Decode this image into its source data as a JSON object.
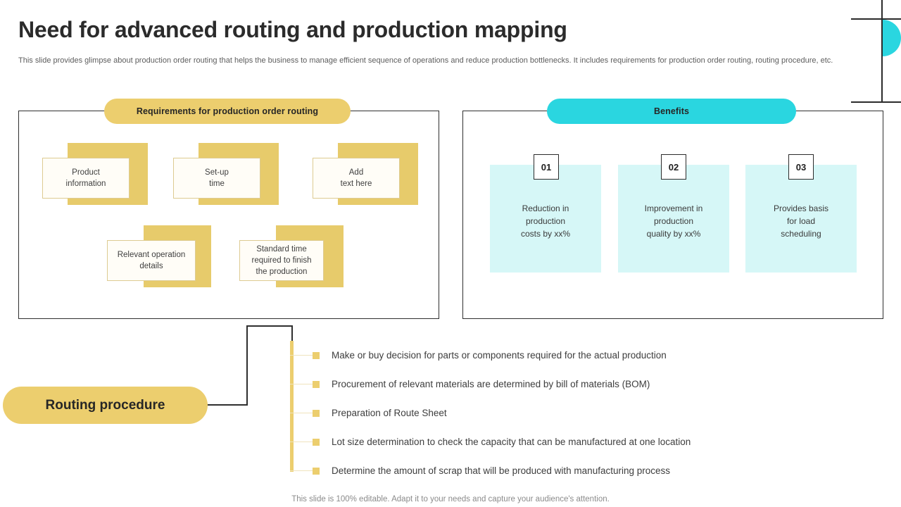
{
  "slide": {
    "title": "Need for advanced routing and production mapping",
    "subtitle": "This slide provides glimpse about production order routing that helps the business to manage efficient sequence of operations and reduce production bottlenecks. It includes requirements for production order routing, routing procedure, etc.",
    "footer": "This slide is 100% editable. Adapt it to your needs and capture your audience's attention."
  },
  "colors": {
    "gold": "#ECCE6E",
    "gold_block": "#E7CB6B",
    "cyan": "#2AD6E0",
    "cyan_light": "#D6F7F7",
    "ink": "#2B2B2B",
    "body_text": "#3D3D3D"
  },
  "left_panel": {
    "heading": "Requirements for production order routing",
    "cards": [
      {
        "id": "oc1",
        "text": "Product\ninformation"
      },
      {
        "id": "oc2",
        "text": "Set-up\ntime"
      },
      {
        "id": "oc3",
        "text": "Add\ntext here"
      },
      {
        "id": "oc4",
        "text": "Relevant operation\ndetails"
      },
      {
        "id": "oc5",
        "text": "Standard time\nrequired to finish\nthe production"
      }
    ]
  },
  "right_panel": {
    "heading": "Benefits",
    "cards": [
      {
        "number": "01",
        "text": "Reduction in\nproduction\ncosts by xx%"
      },
      {
        "number": "02",
        "text": "Improvement in\nproduction\nquality by xx%"
      },
      {
        "number": "03",
        "text": "Provides basis\nfor load\nscheduling"
      }
    ]
  },
  "routing": {
    "label": "Routing procedure",
    "items": [
      "Make or buy decision for parts or components required for the actual production",
      "Procurement of relevant materials are determined by bill of materials (BOM)",
      "Preparation of Route Sheet",
      "Lot size determination to check the capacity that can be manufactured at one location",
      "Determine the amount of scrap that will be produced with manufacturing process"
    ]
  }
}
